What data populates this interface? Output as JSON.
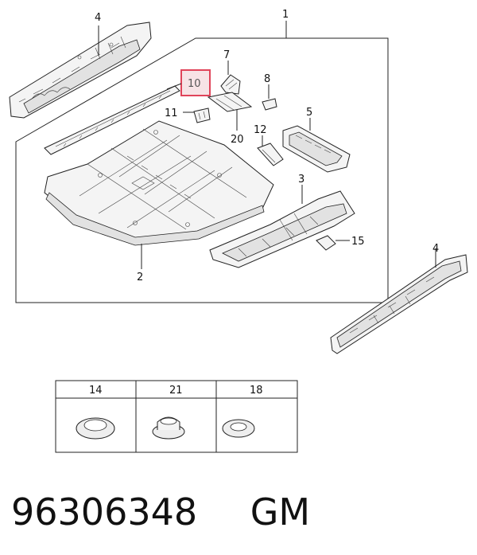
{
  "callouts": {
    "c1": "1",
    "c2": "2",
    "c3": "3",
    "c4a": "4",
    "c4b": "4",
    "c5": "5",
    "c7": "7",
    "c8": "8",
    "c10": "10",
    "c11": "11",
    "c12": "12",
    "c15": "15",
    "c20": "20"
  },
  "highlight": {
    "callout": "10",
    "color": "#e0445a"
  },
  "fastener_table": {
    "headers": [
      "14",
      "21",
      "18"
    ]
  },
  "footer": {
    "part_number": "96306348",
    "brand": "GM"
  }
}
